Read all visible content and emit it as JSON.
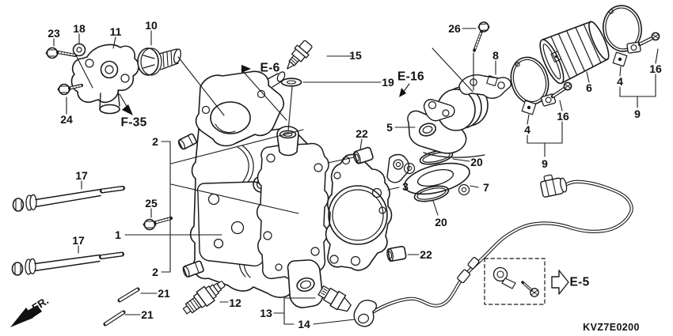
{
  "diagram": {
    "drawing_code": "KVZ7E0200",
    "front_marker": "FR.",
    "ink_color": "#1a1a1a",
    "background_color": "#ffffff",
    "references": {
      "f35": "F-35",
      "e6": "E-6",
      "e16": "E-16",
      "e5": "E-5"
    },
    "callouts": {
      "c1": "1",
      "c2a": "2",
      "c2b": "2",
      "c3": "3",
      "c4a": "4",
      "c4b": "4",
      "c5": "5",
      "c6": "6",
      "c7": "7",
      "c8": "8",
      "c9a": "9",
      "c9b": "9",
      "c10": "10",
      "c11": "11",
      "c12": "12",
      "c13": "13",
      "c14": "14",
      "c15": "15",
      "c16a": "16",
      "c16b": "16",
      "c17a": "17",
      "c17b": "17",
      "c18": "18",
      "c19": "19",
      "c20a": "20",
      "c20b": "20",
      "c21a": "21",
      "c21b": "21",
      "c22a": "22",
      "c22b": "22",
      "c23": "23",
      "c24": "24",
      "c25": "25",
      "c26": "26"
    }
  }
}
